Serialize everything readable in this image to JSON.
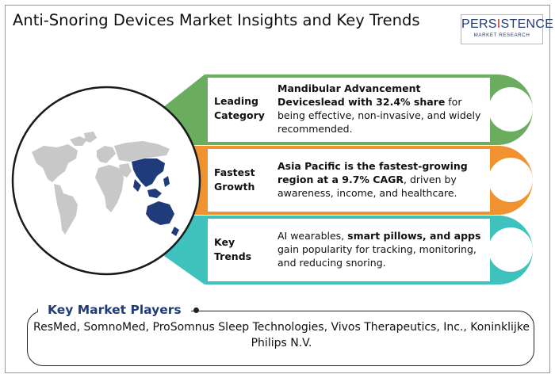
{
  "title": "Anti-Snoring Devices Market Insights and Key Trends",
  "logo": {
    "name_part1": "PERS",
    "name_highlight": "I",
    "name_part2": "STENCE",
    "tagline": "MARKET RESEARCH"
  },
  "globe_icon": "world-map-asia-pacific-highlight",
  "colors": {
    "green": "#6aad5e",
    "orange": "#f0922f",
    "teal": "#3fc1bd",
    "dark_navy": "#1f3b7a",
    "map_grey": "#c8c8c8",
    "map_highlight": "#1f3b7a"
  },
  "insights": [
    {
      "label": "Leading Category",
      "bold_text": "Mandibular Advancement Deviceslead with 32.4% share",
      "text": " for being effective, non-invasive, and widely  recommended."
    },
    {
      "label": "Fastest Growth",
      "bold_text": "Asia Pacific is the fastest-growing region at a 9.7% CAGR",
      "text": ", driven by awareness, income, and healthcare."
    },
    {
      "label": "Key Trends",
      "text_before": "AI wearables, ",
      "bold_text": "smart pillows, and apps",
      "text": " gain popularity for tracking, monitoring, and reducing snoring."
    }
  ],
  "players": {
    "title": "Key Market Players",
    "text": "ResMed, SomnoMed, ProSomnus Sleep Technologies, Vivos Therapeutics, Inc., Koninklijke Philips N.V."
  }
}
